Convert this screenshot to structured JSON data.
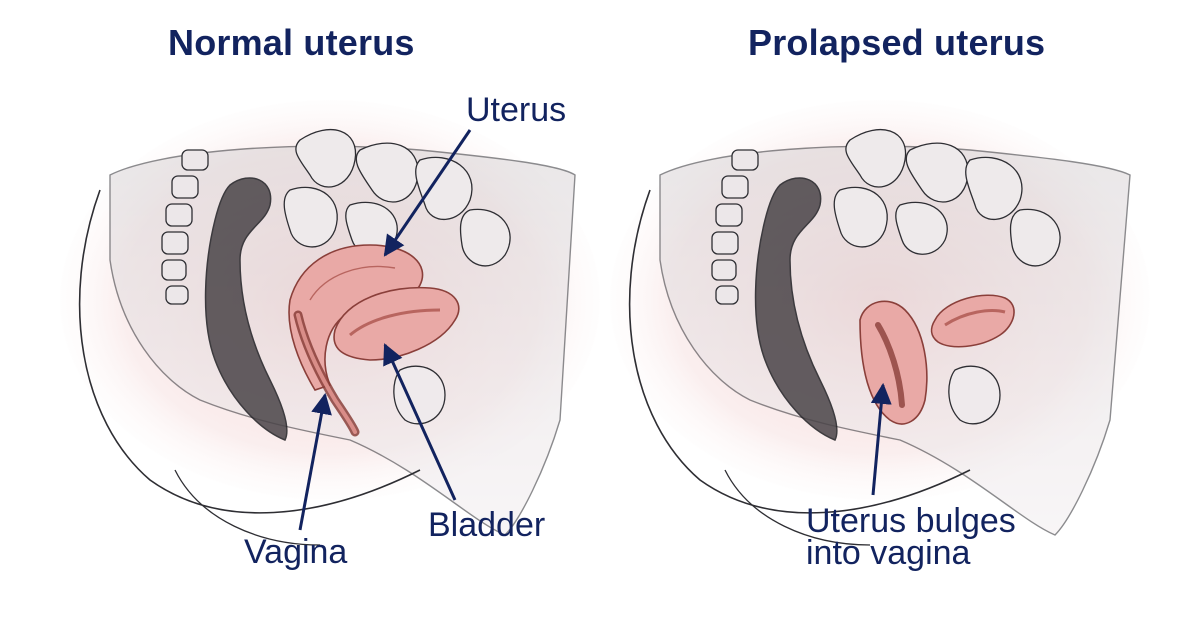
{
  "panels": {
    "left": {
      "title": "Normal uterus",
      "labels": {
        "uterus": "Uterus",
        "vagina": "Vagina",
        "bladder": "Bladder"
      }
    },
    "right": {
      "title": "Prolapsed uterus",
      "labels": {
        "bulge_line1": "Uterus bulges",
        "bulge_line2": "into vagina"
      }
    }
  },
  "colors": {
    "text": "#12235f",
    "arrow": "#12235f",
    "tissue_pink": "#e9a9a6",
    "tissue_dark": "#b8655f",
    "skin_wash": "#f6dede",
    "sketch": "#2e2e33"
  }
}
